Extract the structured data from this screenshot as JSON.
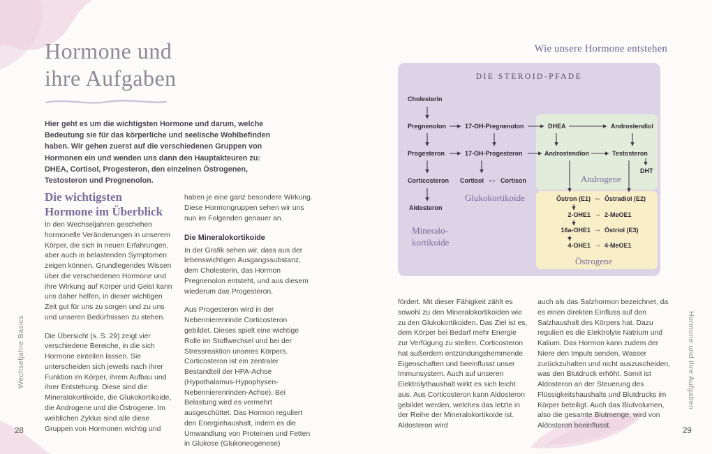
{
  "colors": {
    "accent_purple": "#7a6d99",
    "diagram_bg": "#ddd3e7",
    "androgene_bg": "#e2ecdb",
    "oestrogene_bg": "#f8efc9",
    "watercolor_pink": "#f1dbe5"
  },
  "icons": {
    "arrow_right": "→",
    "arrow_both": "↔"
  },
  "left_page": {
    "page_number": "28",
    "edge_label": "Wechseljahre Basics",
    "title_line1": "Hormone und",
    "title_line2": "ihre Aufgaben",
    "intro": "Hier geht es um die wichtigsten Hormone und darum, welche Bedeutung sie für das körperliche und seelische Wohlbefinden haben. Wir gehen zuerst auf die verschiedenen Gruppen von Hormonen ein und wenden uns dann den Hauptakteuren zu: DHEA, Cortisol, Progesteron, den einzelnen Östrogenen, Testosteron und Pregnenolon.",
    "overview_heading_line1": "Die wichtigsten",
    "overview_heading_line2": "Hormone im Überblick",
    "col1_para1": "In den Wechseljahren geschehen hormonelle Veränderungen in unserem Körper, die sich in neuen Erfahrungen, aber auch in belastenden Symptomen zeigen können. Grundlegendes Wissen über die verschiedenen Hormone und ihre Wirkung auf Körper und Geist kann uns daher helfen, in dieser wichtigen Zeit gut für uns zu sorgen und zu uns und unseren Bedürfnissen zu stehen.",
    "col1_para2": "Die Übersicht (s. S. 29) zeigt vier verschiedene Bereiche, in die sich Hormone einteilen lassen. Sie unterscheiden sich jeweils nach ihrer Funktion im Körper, ihrem Aufbau und ihrer Entstehung. Diese sind die Mineralokortikoide, die Glukokortikoide, die Androgene und die Östrogene. Im weiblichen Zyklus sind alle diese Gruppen von Hormonen wichtig und",
    "col2_para1": "haben je eine ganz besondere Wirkung. Diese Hormongruppen sehen wir uns nun im Folgenden genauer an.",
    "col2_subheading": "Die Mineralokortikoide",
    "col2_para2": "In der Grafik sehen wir, dass aus der lebenswichtigen Ausgangssubstanz, dem Cholesterin, das Hormon Pregnenolon entsteht, und aus diesem wiederum das Progesteron.",
    "col2_para3": "Aus Progesteron wird in der Nebennierenrinde Corticosteron gebildet. Dieses spielt eine wichtige Rolle im Stoffwechsel und bei der Stressreaktion unseres Körpers. Corticosteron ist ein zentraler Bestandteil der HPA-Achse (Hypothalamus-Hypophysen-Nebennierenrinden-Achse). Bei Belastung wird es vermehrt ausgeschüttet. Das Hormon reguliert den Energiehaushalt, indem es die Umwandlung von Proteinen und Fetten in Glukose (Glukoneogenese)"
  },
  "right_page": {
    "page_number": "29",
    "edge_label": "Hormone und ihre Aufgaben",
    "header": "Wie unsere Hormone entstehen",
    "diagram": {
      "title": "DIE STEROID-PFADE",
      "nodes": {
        "cholesterin": "Cholesterin",
        "pregnenolon": "Pregnenolon",
        "oh_pregnenolon": "17-OH-Pregnenolon",
        "dhea": "DHEA",
        "androstendiol": "Androstendiol",
        "progesteron": "Progesteron",
        "oh_progesteron": "17-OH-Progesteron",
        "androstendion": "Androstendion",
        "testosteron": "Testosteron",
        "dht": "DHT",
        "corticosteron": "Corticosteron",
        "cortisol": "Cortisol",
        "cortison": "Cortison",
        "aldosteron": "Aldosteron",
        "oestron_e1": "Östron (E1)",
        "oestradiol_e2": "Östradiol (E2)",
        "ohe1_2": "2-OHE1",
        "meoe1_2": "2-MeOE1",
        "ohe1_16a": "16a-OHE1",
        "oestriol_e3": "Östriol (E3)",
        "ohe1_4": "4-OHE1",
        "meoe1_4": "4-MeOE1"
      },
      "group_labels": {
        "glukokortikoide": "Glukokortikoide",
        "mineralo_line1": "Mineralo-",
        "mineralo_line2": "kortikoide",
        "androgene": "Androgene",
        "oestrogene": "Östrogene"
      }
    },
    "col1": "fördert. Mit dieser Fähigkeit zählt es sowohl zu den Mineralokortikoiden wie zu den Glukokortikoiden. Das Ziel ist es, dem Körper bei Bedarf mehr Energie zur Verfügung zu stellen. Corticosteron hat außerdem entzündungshemmende Eigenschaften und beeinflusst unser Immunsystem. Auch auf unseren Elektrolythaushalt wirkt es sich leicht aus. Aus Corticosteron kann Aldosteron gebildet werden, welches das letzte in der Reihe der Mineralokortikoide ist. Aldosteron wird",
    "col2": "auch als das Salzhormon bezeichnet, da es einen direkten Einfluss auf den Salzhaushalt des Körpers hat. Dazu reguliert es die Elektrolyte Natrium und Kalium. Das Hormon kann zudem der Niere den Impuls senden, Wasser zurückzuhalten und nicht auszuscheiden, was den Blutdruck erhöht. Somit ist Aldosteron an der Steuerung des Flüssigkeitshaushalts und Blutdrucks im Körper beteiligt. Auch das Blutvolumen, also die gesamte Blutmenge, wird von Aldosteron beeinflusst."
  }
}
